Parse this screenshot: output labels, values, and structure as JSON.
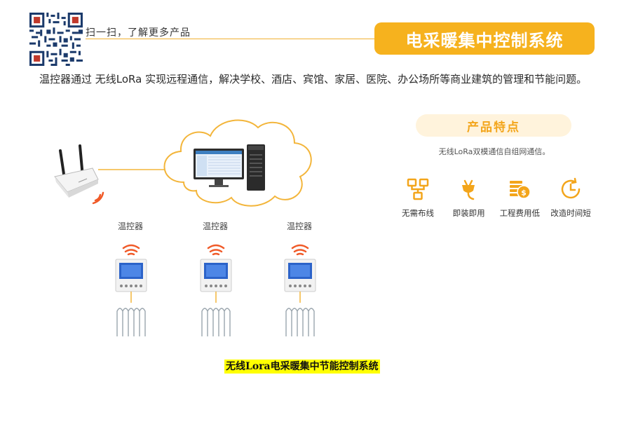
{
  "header": {
    "scan_text": "扫一扫，了解更多产品",
    "banner_title": "电采暖集中控制系统"
  },
  "intro": {
    "text": "温控器通过 无线LoRa 实现远程通信，解决学校、酒店、宾馆、家居、医院、办公场所等商业建筑的管理和节能问题。"
  },
  "features": {
    "title": "产品特点",
    "description": "无线LoRa双模通信自组网通信。",
    "items": [
      {
        "label": "无需布线",
        "icon": "network-icon"
      },
      {
        "label": "即装即用",
        "icon": "plug-icon"
      },
      {
        "label": "工程费用低",
        "icon": "coins-icon"
      },
      {
        "label": "改造时间短",
        "icon": "clock-icon"
      }
    ]
  },
  "diagram": {
    "thermostats": [
      {
        "label": "温控器"
      },
      {
        "label": "温控器"
      },
      {
        "label": "温控器"
      }
    ]
  },
  "caption": {
    "text": "无线Lora电采暖集中节能控制系统"
  },
  "colors": {
    "accent": "#f6b21e",
    "signal": "#f05a28",
    "cloud_stroke": "#f3b53a",
    "heater": "#9aa5ad"
  }
}
